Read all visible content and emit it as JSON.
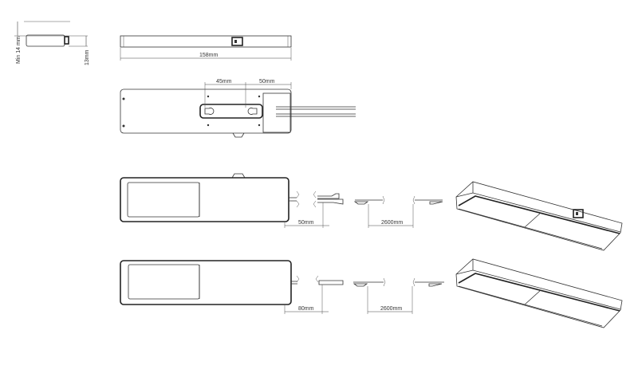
{
  "dimensions": {
    "side_min_height": "Min 14 mm",
    "side_height": "13mm",
    "length": "158mm",
    "mount_spacing": "45mm",
    "cable_box": "50mm",
    "cable_exit_1": "50mm",
    "cable_length_1": "2600mm",
    "cable_exit_2": "80mm",
    "cable_length_2": "2600mm"
  },
  "colors": {
    "line": "#333333",
    "background": "#ffffff"
  }
}
